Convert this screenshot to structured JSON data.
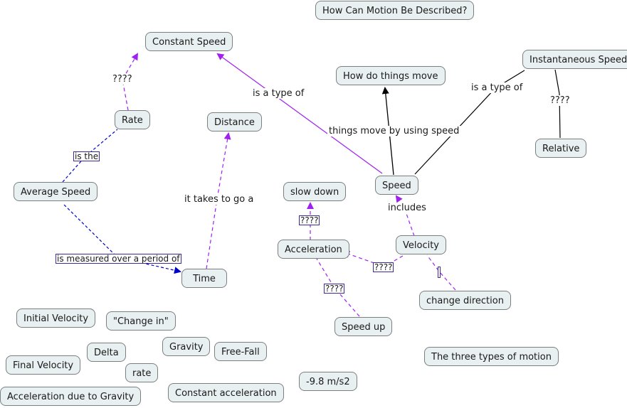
{
  "title": "How Can Motion Be Described?",
  "concepts": {
    "constant_speed": "Constant Speed",
    "how_do_things_move": "How do things move",
    "instantaneous_speed": "Instantaneous Speed",
    "rate": "Rate",
    "distance": "Distance",
    "relative": "Relative",
    "average_speed": "Average Speed",
    "slow_down": "slow down",
    "speed": "Speed",
    "acceleration": "Acceleration",
    "velocity": "Velocity",
    "time": "Time",
    "change_direction": "change direction",
    "initial_velocity": "Initial Velocity",
    "change_in": "\"Change in\"",
    "speed_up": "Speed up",
    "gravity": "Gravity",
    "delta": "Delta",
    "free_fall": "Free-Fall",
    "final_velocity": "Final Velocity",
    "three_types": "The three types of motion",
    "rate_lower": "rate",
    "minus_9_8": "-9.8 m/s2",
    "constant_acceleration": "Constant acceleration",
    "accel_gravity": "Acceleration due to Gravity"
  },
  "links": {
    "is_a_type_of_left": "is a type of",
    "is_a_type_of_right": "is a type of",
    "things_move": "things move by using speed",
    "q_rate": "????",
    "q_instant": "????",
    "is_the": "is the",
    "it_takes": "it takes to go a",
    "includes": "includes",
    "q_slow": "????",
    "is_measured": "is measured over a period of",
    "q_accel_vel": "????",
    "q_accel_speedup": "????",
    "empty_link": ""
  },
  "colors": {
    "node_fill": "#e9f0f1",
    "node_border": "#7a7f80",
    "purple": "#a020f0",
    "black": "#000000",
    "blue": "#0000cc"
  }
}
